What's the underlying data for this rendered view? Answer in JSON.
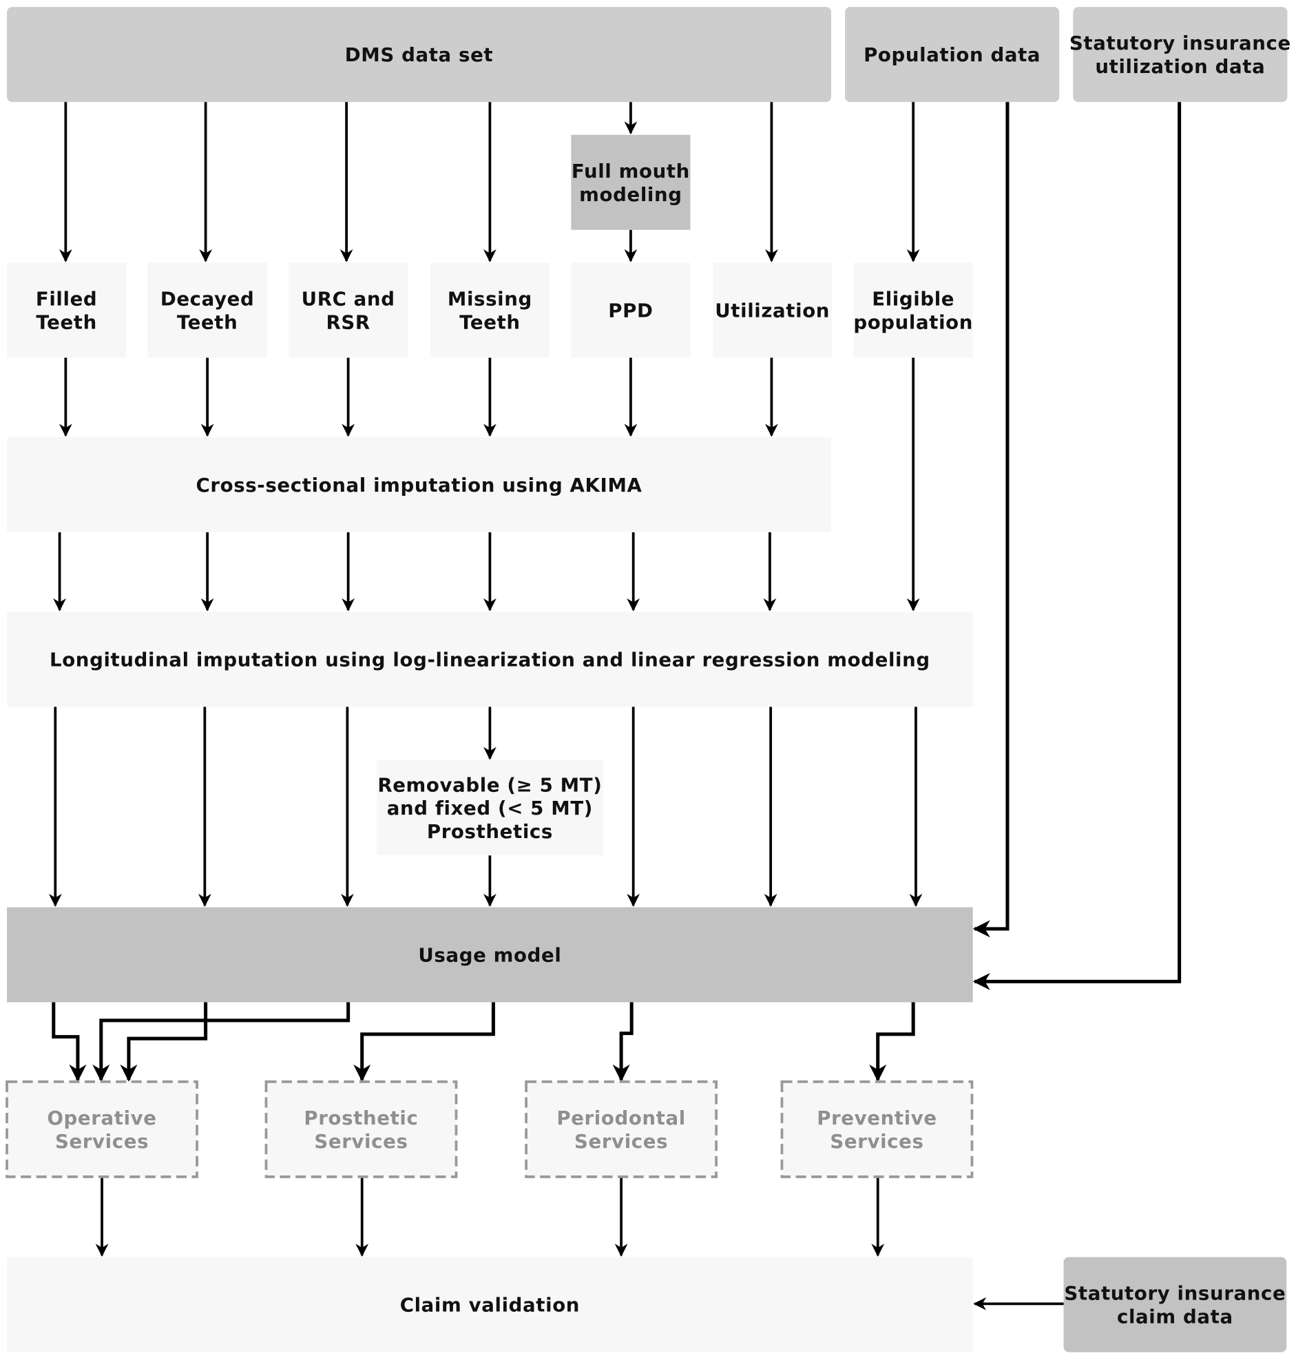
{
  "colors": {
    "dark_box": "#c2c2c2",
    "source_box": "#cdcdcd",
    "light_box": "#f7f7f7",
    "service_border": "#999999",
    "service_text": "#8f8f8f",
    "arrow": "#000000"
  },
  "nodes": {
    "dms": {
      "lines": [
        "DMS data set"
      ]
    },
    "population": {
      "lines": [
        "Population data"
      ]
    },
    "stat_util": {
      "lines": [
        "Statutory insurance",
        "utilization data"
      ]
    },
    "full_mouth": {
      "lines": [
        "Full mouth",
        "modeling"
      ]
    },
    "filled": {
      "lines": [
        "Filled",
        "Teeth"
      ]
    },
    "decayed": {
      "lines": [
        "Decayed",
        "Teeth"
      ]
    },
    "urc": {
      "lines": [
        "URC and",
        "RSR"
      ]
    },
    "missing": {
      "lines": [
        "Missing",
        "Teeth"
      ]
    },
    "ppd": {
      "lines": [
        "PPD"
      ]
    },
    "utilization": {
      "lines": [
        "Utilization"
      ]
    },
    "eligible": {
      "lines": [
        "Eligible",
        "population"
      ]
    },
    "cross": {
      "lines": [
        "Cross-sectional imputation using AKIMA"
      ]
    },
    "longitudinal": {
      "lines": [
        "Longitudinal imputation using log-linearization and linear regression modeling"
      ]
    },
    "prosthetics": {
      "lines": [
        "Removable (≥ 5 MT)",
        "and fixed (< 5 MT)",
        "Prosthetics"
      ]
    },
    "usage": {
      "lines": [
        "Usage model"
      ]
    },
    "operative": {
      "lines": [
        "Operative",
        "Services"
      ]
    },
    "prosthetic_svc": {
      "lines": [
        "Prosthetic",
        "Services"
      ]
    },
    "periodontal": {
      "lines": [
        "Periodontal",
        "Services"
      ]
    },
    "preventive": {
      "lines": [
        "Preventive",
        "Services"
      ]
    },
    "claim": {
      "lines": [
        "Claim validation"
      ]
    },
    "stat_claim": {
      "lines": [
        "Statutory insurance",
        "claim data"
      ]
    }
  }
}
